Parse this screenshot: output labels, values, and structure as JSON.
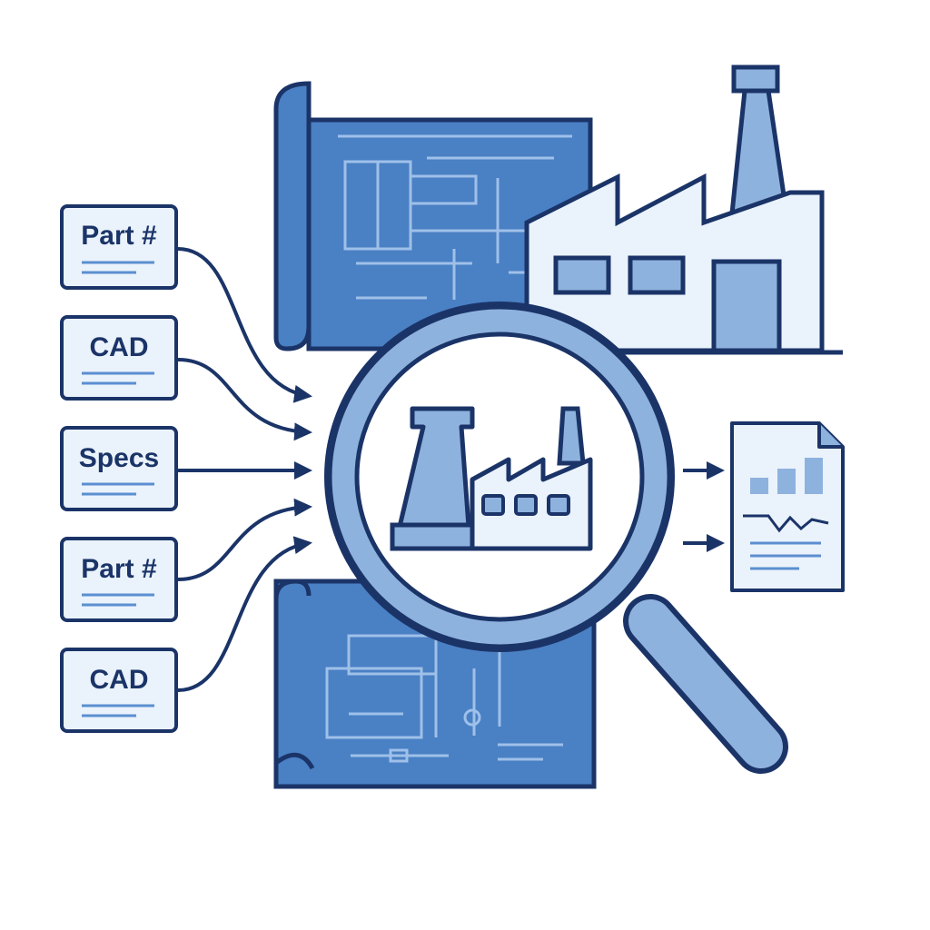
{
  "inputs": [
    {
      "label": "Part #",
      "icon": "document-card-icon"
    },
    {
      "label": "CAD",
      "icon": "document-card-icon"
    },
    {
      "label": "Specs",
      "icon": "document-card-icon"
    },
    {
      "label": "Part #",
      "icon": "document-card-icon"
    },
    {
      "label": "CAD",
      "icon": "document-card-icon"
    }
  ],
  "icons": {
    "blueprint_top": "blueprint-icon",
    "blueprint_bottom": "blueprint-icon",
    "factory": "factory-icon",
    "magnifier": "magnifying-glass-icon",
    "report": "report-document-icon"
  },
  "colors": {
    "outline": "#1b3468",
    "blueprint": "#4a80c4",
    "blueprint_line": "#a9c8ee",
    "light_fill": "#eaf2fb",
    "mid_fill": "#8eb2de",
    "accent_line": "#5b8fd0"
  }
}
